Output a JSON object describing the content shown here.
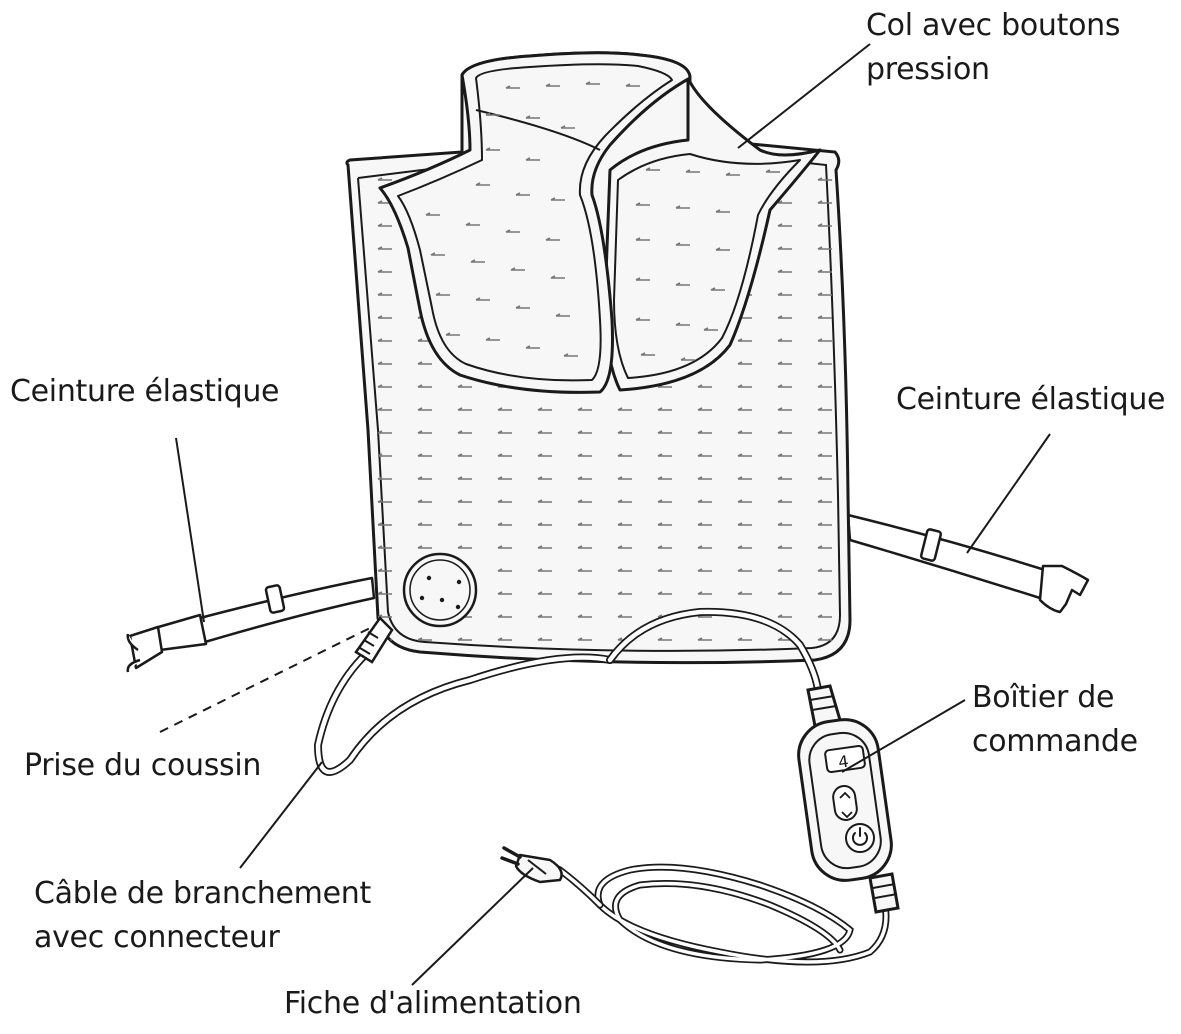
{
  "labels": {
    "collar_line1": "Col avec boutons",
    "collar_line2": "pression",
    "belt_left": "Ceinture élastique",
    "belt_right": "Ceinture élastique",
    "control_line1": "Boîtier de",
    "control_line2": "commande",
    "socket": "Prise du coussin",
    "cable_line1": "Câble de branchement",
    "cable_line2": "avec connecteur",
    "plug": "Fiche d'alimentation"
  },
  "control_box": {
    "display_value": "4"
  },
  "colors": {
    "stroke": "#1a1a1a",
    "fill": "#f7f7f7"
  }
}
